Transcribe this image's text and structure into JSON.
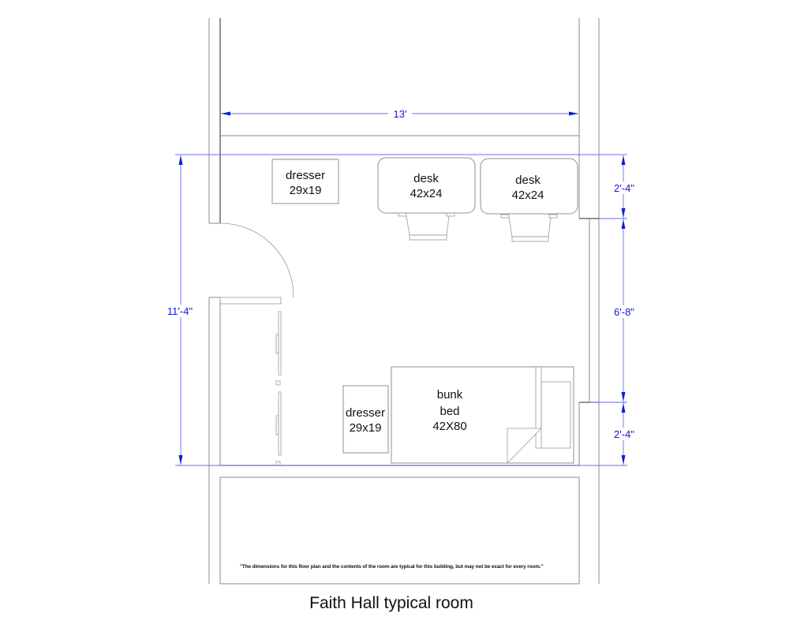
{
  "diagram": {
    "title": "Faith Hall typical room",
    "note": "\"The dimensions for this floor plan and the contents of the room are typical for this building, but may not be exact for every room.\"",
    "colors": {
      "dimension": "#1414e0",
      "dimension_line": "#6b6bef",
      "wall": "#8a8a8a",
      "text": "#111111"
    },
    "dimensions": {
      "width": "13'",
      "depth": "11'-4\"",
      "right_top": "2'-4\"",
      "right_middle": "6'-8\"",
      "right_bottom": "2'-4\""
    },
    "furniture": {
      "dresser_top": {
        "name": "dresser",
        "size": "29x19"
      },
      "desk_left": {
        "name": "desk",
        "size": "42x24"
      },
      "desk_right": {
        "name": "desk",
        "size": "42x24"
      },
      "dresser_bottom": {
        "name": "dresser",
        "size": "29x19"
      },
      "bunk_bed": {
        "line1": "bunk",
        "line2": "bed",
        "size": "42X80"
      }
    }
  }
}
